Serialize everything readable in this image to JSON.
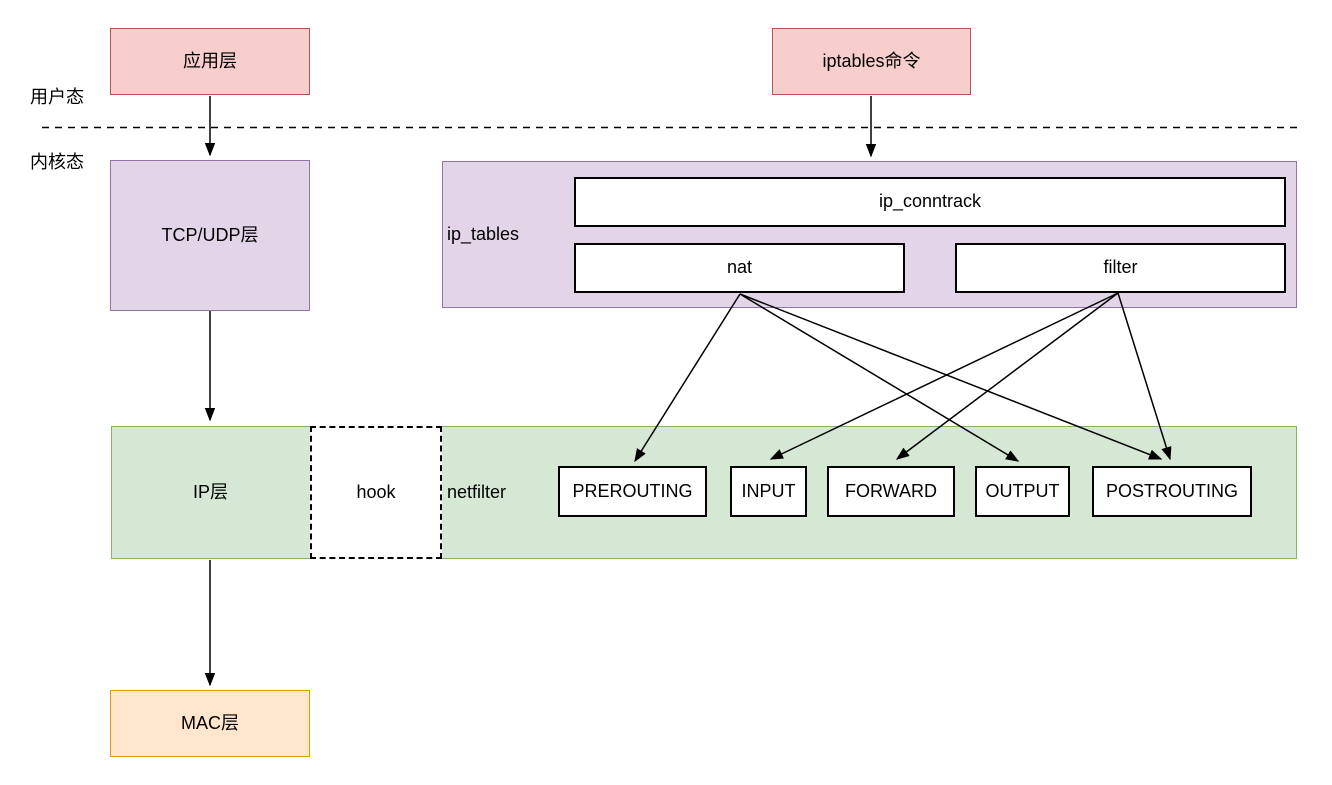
{
  "regions": {
    "user_mode_label": "用户态",
    "kernel_mode_label": "内核态"
  },
  "nodes": {
    "app_layer": "应用层",
    "iptables_cmd": "iptables命令",
    "tcp_udp_layer": "TCP/UDP层",
    "ip_tables": "ip_tables",
    "ip_conntrack": "ip_conntrack",
    "nat": "nat",
    "filter": "filter",
    "ip_layer": "IP层",
    "hook": "hook",
    "netfilter": "netfilter",
    "mac_layer": "MAC层",
    "chains": [
      "PREROUTING",
      "INPUT",
      "FORWARD",
      "OUTPUT",
      "POSTROUTING"
    ]
  },
  "edges": [
    {
      "from": "app_layer",
      "to": "tcp_udp_layer"
    },
    {
      "from": "iptables_cmd",
      "to": "ip_tables"
    },
    {
      "from": "tcp_udp_layer",
      "to": "ip_layer"
    },
    {
      "from": "ip_layer",
      "to": "mac_layer"
    },
    {
      "from": "nat",
      "to": "PREROUTING"
    },
    {
      "from": "nat",
      "to": "OUTPUT"
    },
    {
      "from": "nat",
      "to": "POSTROUTING"
    },
    {
      "from": "filter",
      "to": "INPUT"
    },
    {
      "from": "filter",
      "to": "FORWARD"
    },
    {
      "from": "filter",
      "to": "POSTROUTING"
    }
  ],
  "colors": {
    "pink_fill": "#f8cecc",
    "pink_stroke": "#b85450",
    "purple_fill": "#e1d5e7",
    "purple_stroke": "#9673a6",
    "green_fill": "#d5e8d4",
    "green_stroke": "#82b366",
    "orange_fill": "#ffe6cc",
    "orange_stroke": "#d79b00",
    "inner_box_fill": "#ffffff",
    "inner_box_stroke": "#000000",
    "arrow_color": "#000000"
  }
}
